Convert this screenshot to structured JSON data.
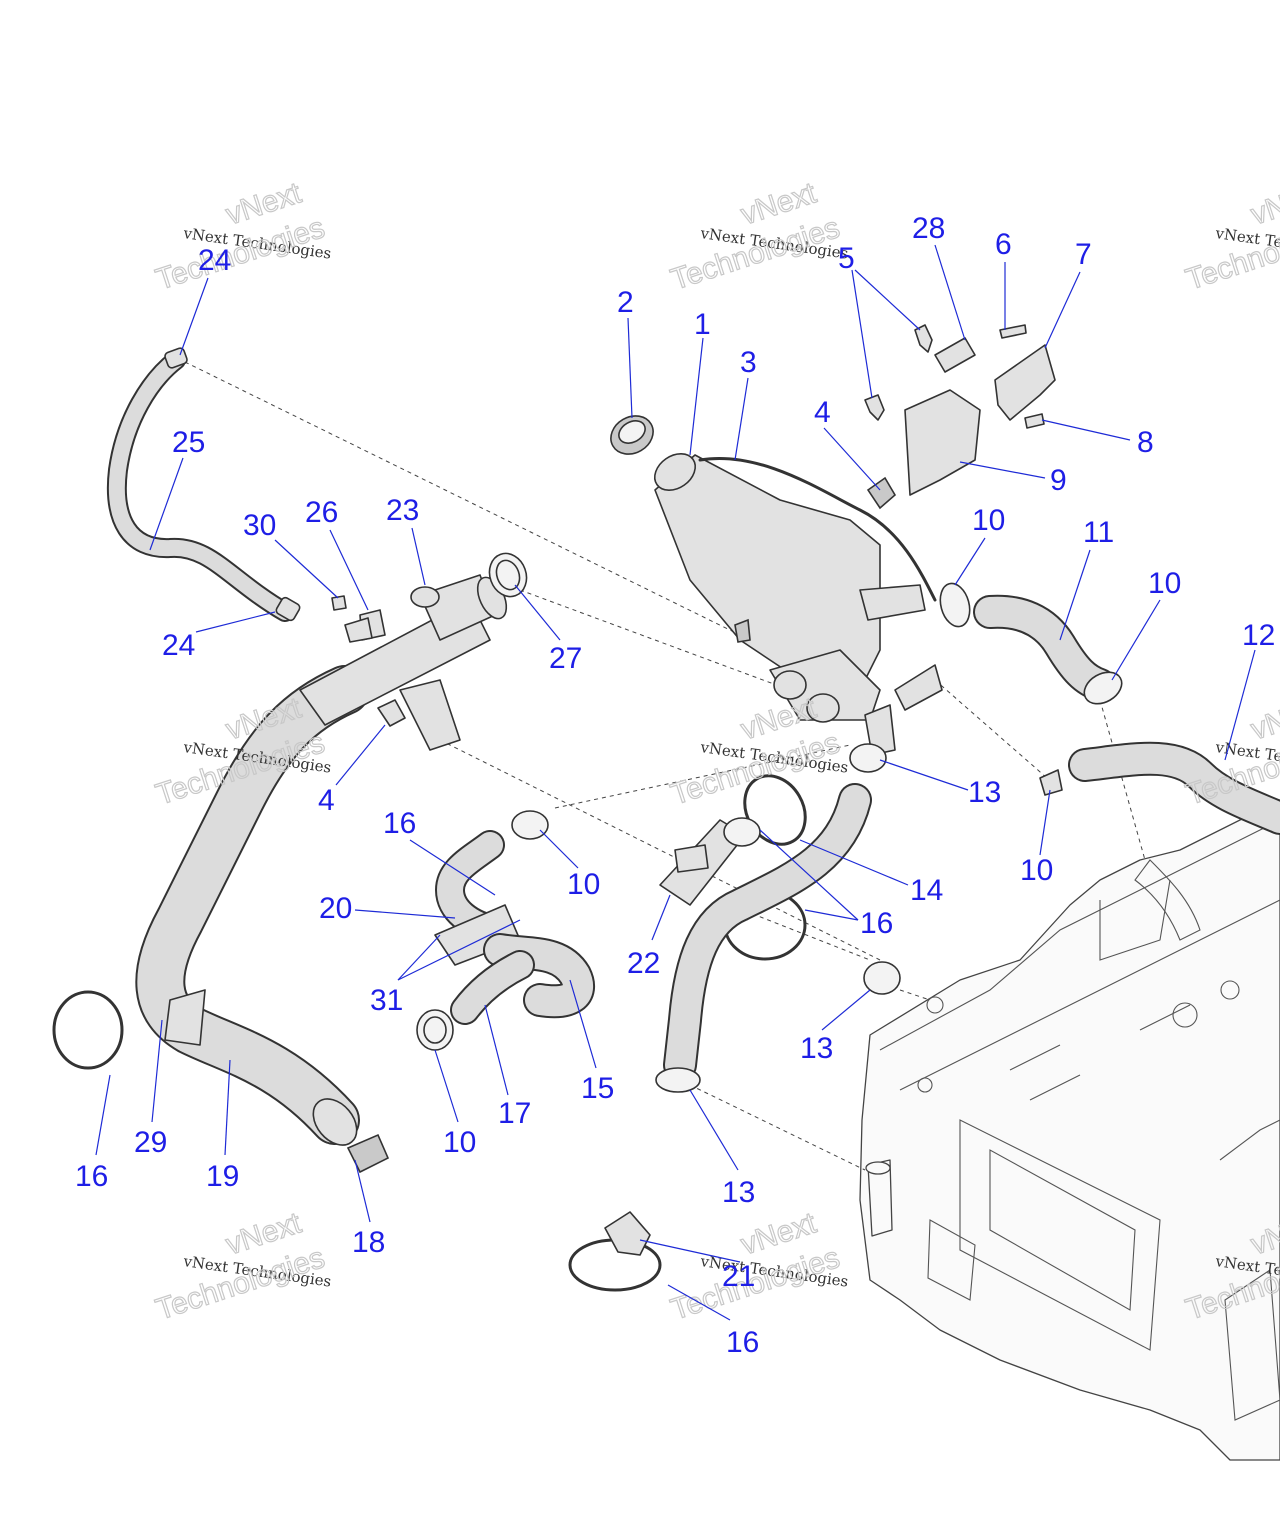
{
  "watermark": {
    "line1": "vNext",
    "line2": "vNext Technologies",
    "line3": "Technologies"
  },
  "callouts": {
    "c1": "1",
    "c2": "2",
    "c3": "3",
    "c4a": "4",
    "c4b": "4",
    "c5": "5",
    "c6": "6",
    "c7": "7",
    "c8": "8",
    "c9": "9",
    "c10a": "10",
    "c10b": "10",
    "c10c": "10",
    "c10d": "10",
    "c10e": "10",
    "c11": "11",
    "c12": "12",
    "c13a": "13",
    "c13b": "13",
    "c13c": "13",
    "c14": "14",
    "c15": "15",
    "c16a": "16",
    "c16b": "16",
    "c16c": "16",
    "c16d": "16",
    "c17": "17",
    "c18": "18",
    "c19": "19",
    "c20": "20",
    "c21": "21",
    "c22": "22",
    "c23": "23",
    "c24a": "24",
    "c24b": "24",
    "c25": "25",
    "c26": "26",
    "c27": "27",
    "c28": "28",
    "c29": "29",
    "c30": "30",
    "c31": "31"
  },
  "colors": {
    "callout": "#1e1ee6",
    "leader": "#1e2bd6",
    "part_fill": "#e2e2e2",
    "outline": "#333333"
  }
}
